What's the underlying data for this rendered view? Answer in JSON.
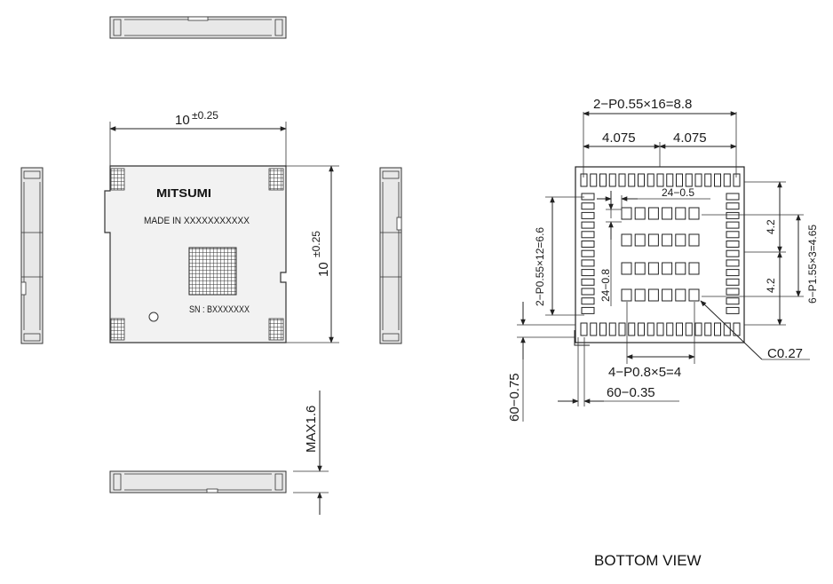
{
  "module": {
    "brand": "MITSUMI",
    "made_in": "MADE IN XXXXXXXXXXX",
    "serial": "SN : BXXXXXXX"
  },
  "dimensions": {
    "width_main": "10",
    "width_tol": "±0.25",
    "height_main": "10",
    "height_tol": "±0.25",
    "max_height": "MAX1.6"
  },
  "bottom_view": {
    "caption": "BOTTOM VIEW",
    "top_pitch": "2−P0.55×16=8.8",
    "half_left": "4.075",
    "half_right": "4.075",
    "left_pitch": "2−P0.55×12=6.6",
    "inner_width": "24−0.5",
    "inner_height": "24−0.8",
    "right_pitch": "6−P1.55×3=4.65",
    "right_upper": "4.2",
    "right_lower": "4.2",
    "chamfer": "C0.27",
    "bottom_pitch": "4−P0.8×5=4",
    "pad_width": "60−0.35",
    "pad_length": "60−0.75"
  }
}
